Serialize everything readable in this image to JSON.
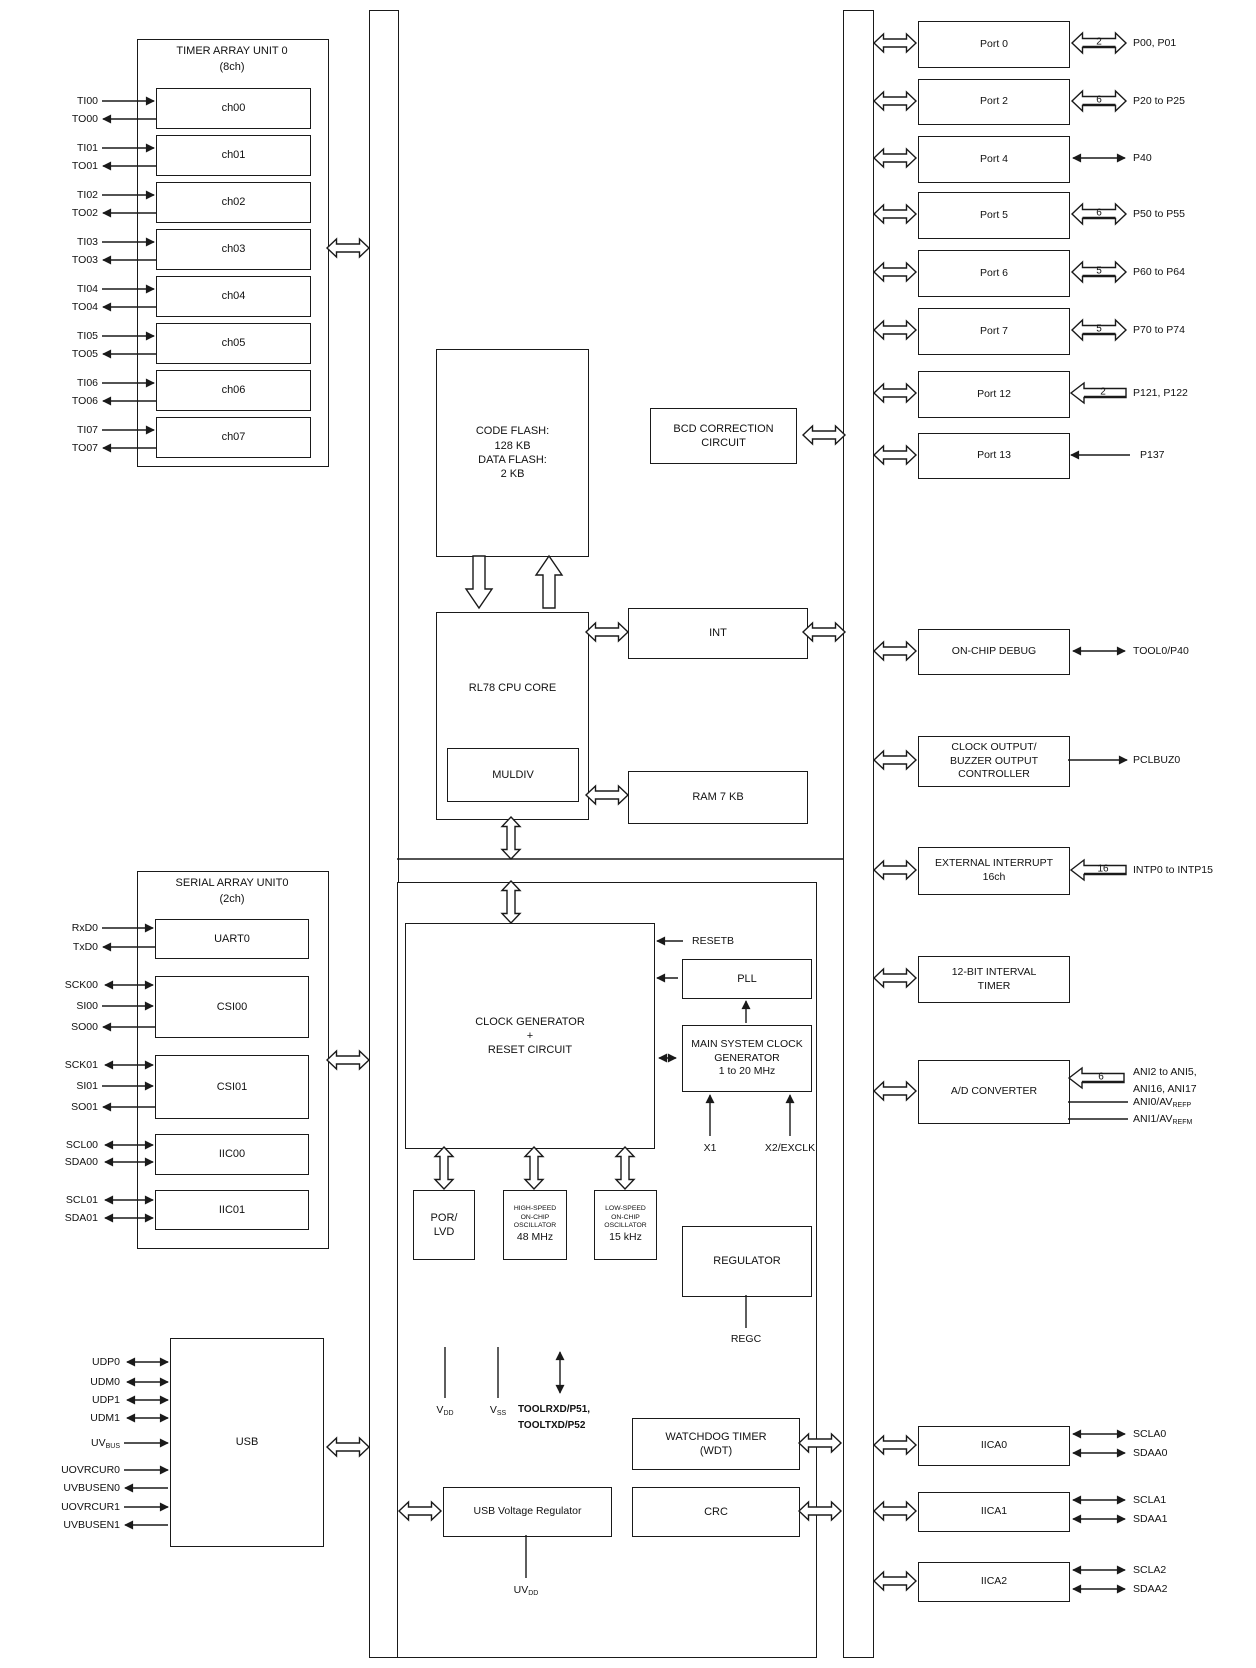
{
  "tau": {
    "title1": "TIMER ARRAY UNIT 0",
    "title2": "(8ch)",
    "channels": [
      "ch00",
      "ch01",
      "ch02",
      "ch03",
      "ch04",
      "ch05",
      "ch06",
      "ch07"
    ],
    "pins": [
      {
        "ti": "TI00",
        "to": "TO00"
      },
      {
        "ti": "TI01",
        "to": "TO01"
      },
      {
        "ti": "TI02",
        "to": "TO02"
      },
      {
        "ti": "TI03",
        "to": "TO03"
      },
      {
        "ti": "TI04",
        "to": "TO04"
      },
      {
        "ti": "TI05",
        "to": "TO05"
      },
      {
        "ti": "TI06",
        "to": "TO06"
      },
      {
        "ti": "TI07",
        "to": "TO07"
      }
    ]
  },
  "sau": {
    "title1": "SERIAL ARRAY UNIT0",
    "title2": "(2ch)",
    "blocks": [
      "UART0",
      "CSI00",
      "CSI01",
      "IIC00",
      "IIC01"
    ],
    "pins": {
      "rxd0": "RxD0",
      "txd0": "TxD0",
      "sck00": "SCK00",
      "si00": "SI00",
      "so00": "SO00",
      "sck01": "SCK01",
      "si01": "SI01",
      "so01": "SO01",
      "scl00": "SCL00",
      "sda00": "SDA00",
      "scl01": "SCL01",
      "sda01": "SDA01"
    }
  },
  "usb": {
    "label": "USB",
    "pins": [
      {
        "t": "UDP0",
        "sub": ""
      },
      {
        "t": "UDM0",
        "sub": ""
      },
      {
        "t": "UDP1",
        "sub": ""
      },
      {
        "t": "UDM1",
        "sub": ""
      },
      {
        "t": "UV",
        "sub": "BUS"
      },
      {
        "t": "UOVRCUR0",
        "sub": ""
      },
      {
        "t": "UVBUSEN0",
        "sub": ""
      },
      {
        "t": "UOVRCUR1",
        "sub": ""
      },
      {
        "t": "UVBUSEN1",
        "sub": ""
      }
    ]
  },
  "memory": {
    "l1": "CODE FLASH:",
    "l2": "128 KB",
    "l3": "DATA FLASH:",
    "l4": "2 KB"
  },
  "cpu": {
    "label": "RL78 CPU CORE",
    "muldiv": "MULDIV"
  },
  "int_block": "INT",
  "ram_block": "RAM 7 KB",
  "bcd": {
    "l1": "BCD CORRECTION",
    "l2": "CIRCUIT"
  },
  "clockgen": {
    "l1": "CLOCK GENERATOR",
    "l2": "+",
    "l3": "RESET CIRCUIT"
  },
  "resetb": "RESETB",
  "pll": "PLL",
  "msc": {
    "l1": "MAIN SYSTEM CLOCK",
    "l2": "GENERATOR",
    "l3": "1 to 20 MHz"
  },
  "x1": "X1",
  "x2": "X2/EXCLK",
  "por": {
    "l1": "POR/",
    "l2": "LVD"
  },
  "hso": {
    "l1": "HIGH-SPEED",
    "l2": "ON-CHIP",
    "l3": "OSCILLATOR",
    "l4": "48 MHz"
  },
  "lso": {
    "l1": "LOW-SPEED",
    "l2": "ON-CHIP",
    "l3": "OSCILLATOR",
    "l4": "15 kHz"
  },
  "regulator": "REGULATOR",
  "regc": "REGC",
  "vdd": {
    "t": "V",
    "sub": "DD"
  },
  "vss": {
    "t": "V",
    "sub": "SS"
  },
  "tool": {
    "l1": "TOOLRXD/P51,",
    "l2": "TOOLTXD/P52"
  },
  "wdt": {
    "l1": "WATCHDOG TIMER",
    "l2": "(WDT)"
  },
  "usbreg": "USB Voltage Regulator",
  "crc": "CRC",
  "uvdd": {
    "t": "UV",
    "sub": "DD"
  },
  "ports": [
    {
      "label": "Port 0",
      "num": "2",
      "pins": "P00, P01"
    },
    {
      "label": "Port 2",
      "num": "6",
      "pins": "P20 to P25"
    },
    {
      "label": "Port 4",
      "num": "",
      "pins": "P40"
    },
    {
      "label": "Port 5",
      "num": "6",
      "pins": "P50 to P55"
    },
    {
      "label": "Port 6",
      "num": "5",
      "pins": "P60 to P64"
    },
    {
      "label": "Port 7",
      "num": "5",
      "pins": "P70 to P74"
    },
    {
      "label": "Port 12",
      "num": "2",
      "pins": "P121, P122"
    },
    {
      "label": "Port 13",
      "num": "",
      "pins": "P137"
    }
  ],
  "ocd": {
    "label": "ON-CHIP DEBUG",
    "pin": "TOOL0/P40"
  },
  "cobz": {
    "l1": "CLOCK OUTPUT/",
    "l2": "BUZZER OUTPUT",
    "l3": "CONTROLLER",
    "pin": "PCLBUZ0"
  },
  "extint": {
    "l1": "EXTERNAL INTERRUPT",
    "l2": "16ch",
    "num": "16",
    "pin": "INTP0 to INTP15"
  },
  "ivt": {
    "l1": "12-BIT INTERVAL",
    "l2": "TIMER"
  },
  "adc": {
    "label": "A/D CONVERTER",
    "num": "6",
    "p1": "ANI2 to ANI5,",
    "p2": "ANI16, ANI17",
    "p3": "ANI0/AV",
    "p3sub": "REFP",
    "p4": "ANI1/AV",
    "p4sub": "REFM"
  },
  "iica": [
    {
      "label": "IICA0",
      "p1": "SCLA0",
      "p2": "SDAA0"
    },
    {
      "label": "IICA1",
      "p1": "SCLA1",
      "p2": "SDAA1"
    },
    {
      "label": "IICA2",
      "p1": "SCLA2",
      "p2": "SDAA2"
    }
  ]
}
